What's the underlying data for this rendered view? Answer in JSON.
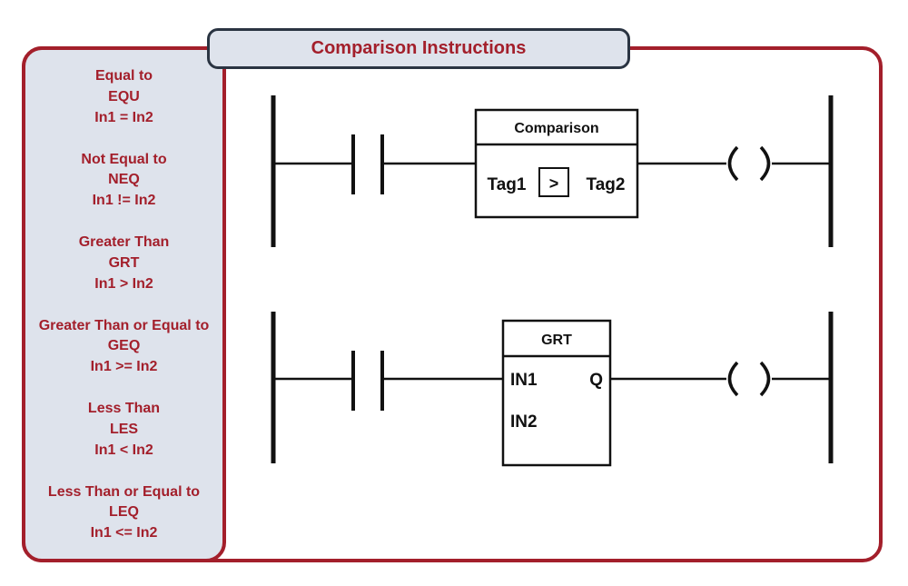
{
  "title": "Comparison Instructions",
  "instructions": [
    {
      "name": "Equal to",
      "mnemonic": "EQU",
      "expression": "In1 = In2"
    },
    {
      "name": "Not Equal to",
      "mnemonic": "NEQ",
      "expression": "In1 != In2"
    },
    {
      "name": "Greater Than",
      "mnemonic": "GRT",
      "expression": "In1 > In2"
    },
    {
      "name": "Greater Than or Equal to",
      "mnemonic": "GEQ",
      "expression": "In1 >= In2"
    },
    {
      "name": "Less Than",
      "mnemonic": "LES",
      "expression": "In1 < In2"
    },
    {
      "name": "Less Than or Equal to",
      "mnemonic": "LEQ",
      "expression": "In1 <= In2"
    }
  ],
  "rung1": {
    "block_title": "Comparison",
    "left_operand": "Tag1",
    "operator": ">",
    "right_operand": "Tag2"
  },
  "rung2": {
    "block_title": "GRT",
    "input1": "IN1",
    "input2": "IN2",
    "output": "Q"
  },
  "colors": {
    "accent": "#a31f2b",
    "panel": "#dee3ec",
    "title_border": "#2a3442",
    "line": "#111111"
  }
}
